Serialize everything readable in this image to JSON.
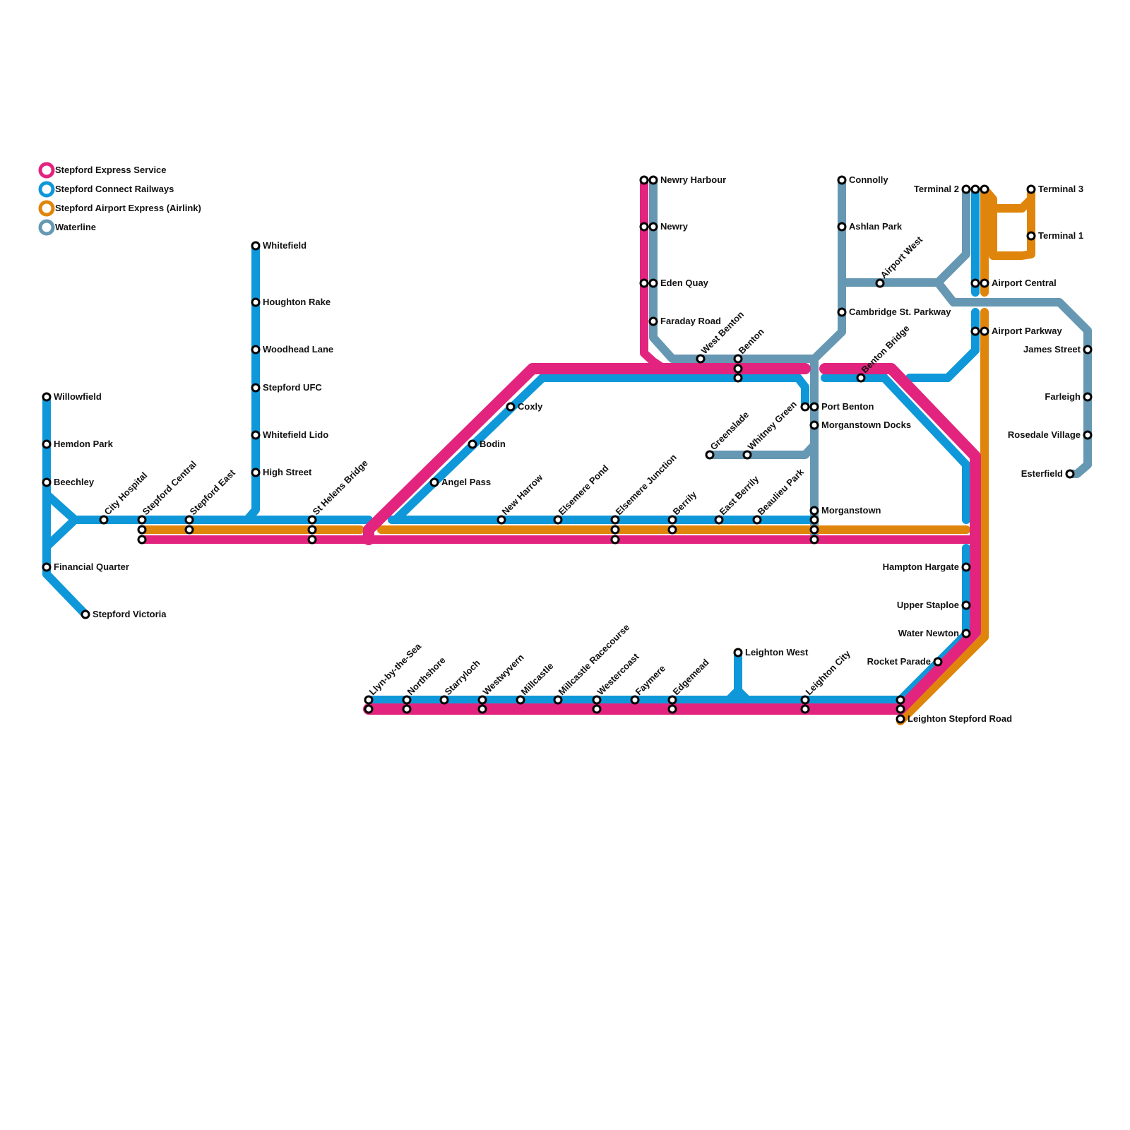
{
  "legend": [
    {
      "id": "express",
      "label": "Stepford Express Service",
      "color": "#e2247f"
    },
    {
      "id": "connect",
      "label": "Stepford Connect Railways",
      "color": "#0f98d9"
    },
    {
      "id": "airlink",
      "label": "Stepford Airport Express (Airlink)",
      "color": "#e0850b"
    },
    {
      "id": "waterline",
      "label": "Waterline",
      "color": "#6698b3"
    }
  ],
  "stations": [
    {
      "key": "whitefield",
      "name": "Whitefield"
    },
    {
      "key": "houghton-rake",
      "name": "Houghton Rake"
    },
    {
      "key": "woodhead-lane",
      "name": "Woodhead Lane"
    },
    {
      "key": "stepford-ufc",
      "name": "Stepford UFC"
    },
    {
      "key": "whitefield-lido",
      "name": "Whitefield Lido"
    },
    {
      "key": "high-street",
      "name": "High Street"
    },
    {
      "key": "willowfield",
      "name": "Willowfield"
    },
    {
      "key": "hemdon-park",
      "name": "Hemdon Park"
    },
    {
      "key": "beechley",
      "name": "Beechley"
    },
    {
      "key": "financial-quarter",
      "name": "Financial Quarter"
    },
    {
      "key": "stepford-victoria",
      "name": "Stepford Victoria"
    },
    {
      "key": "city-hospital",
      "name": "City Hospital"
    },
    {
      "key": "stepford-central",
      "name": "Stepford Central"
    },
    {
      "key": "stepford-east",
      "name": "Stepford East"
    },
    {
      "key": "st-helens-bridge",
      "name": "St Helens Bridge"
    },
    {
      "key": "angel-pass",
      "name": "Angel Pass"
    },
    {
      "key": "bodin",
      "name": "Bodin"
    },
    {
      "key": "coxly",
      "name": "Coxly"
    },
    {
      "key": "new-harrow",
      "name": "New Harrow"
    },
    {
      "key": "elsemere-pond",
      "name": "Elsemere Pond"
    },
    {
      "key": "elsemere-junction",
      "name": "Elsemere Junction"
    },
    {
      "key": "berrily",
      "name": "Berrily"
    },
    {
      "key": "east-berrily",
      "name": "East Berrily"
    },
    {
      "key": "beaulieu-park",
      "name": "Beaulieu Park"
    },
    {
      "key": "morganstown",
      "name": "Morganstown"
    },
    {
      "key": "newry-harbour",
      "name": "Newry Harbour"
    },
    {
      "key": "newry",
      "name": "Newry"
    },
    {
      "key": "eden-quay",
      "name": "Eden Quay"
    },
    {
      "key": "faraday-road",
      "name": "Faraday Road"
    },
    {
      "key": "west-benton",
      "name": "West Benton"
    },
    {
      "key": "benton",
      "name": "Benton"
    },
    {
      "key": "greenslade",
      "name": "Greenslade"
    },
    {
      "key": "whitney-green",
      "name": "Whitney Green"
    },
    {
      "key": "port-benton",
      "name": "Port Benton"
    },
    {
      "key": "morganstown-docks",
      "name": "Morganstown Docks"
    },
    {
      "key": "connolly",
      "name": "Connolly"
    },
    {
      "key": "ashlan-park",
      "name": "Ashlan Park"
    },
    {
      "key": "airport-west",
      "name": "Airport West"
    },
    {
      "key": "cambridge-st-parkway",
      "name": "Cambridge St. Parkway"
    },
    {
      "key": "benton-bridge",
      "name": "Benton Bridge"
    },
    {
      "key": "terminal-2",
      "name": "Terminal 2"
    },
    {
      "key": "terminal-3",
      "name": "Terminal 3"
    },
    {
      "key": "terminal-1",
      "name": "Terminal 1"
    },
    {
      "key": "airport-central",
      "name": "Airport Central"
    },
    {
      "key": "airport-parkway",
      "name": "Airport Parkway"
    },
    {
      "key": "james-street",
      "name": "James Street"
    },
    {
      "key": "farleigh",
      "name": "Farleigh"
    },
    {
      "key": "rosedale-village",
      "name": "Rosedale Village"
    },
    {
      "key": "esterfield",
      "name": "Esterfield"
    },
    {
      "key": "hampton-hargate",
      "name": "Hampton Hargate"
    },
    {
      "key": "upper-staploe",
      "name": "Upper Staploe"
    },
    {
      "key": "water-newton",
      "name": "Water Newton"
    },
    {
      "key": "rocket-parade",
      "name": "Rocket Parade"
    },
    {
      "key": "leighton-stepford-road",
      "name": "Leighton Stepford Road"
    },
    {
      "key": "leighton-west",
      "name": "Leighton West"
    },
    {
      "key": "leighton-city",
      "name": "Leighton City"
    },
    {
      "key": "edgemead",
      "name": "Edgemead"
    },
    {
      "key": "faymere",
      "name": "Faymere"
    },
    {
      "key": "westercoast",
      "name": "Westercoast"
    },
    {
      "key": "millcastle-racecourse",
      "name": "Millcastle Racecourse"
    },
    {
      "key": "millcastle",
      "name": "Millcastle"
    },
    {
      "key": "westwyvern",
      "name": "Westwyvern"
    },
    {
      "key": "starryloch",
      "name": "Starryloch"
    },
    {
      "key": "northshore",
      "name": "Northshore"
    },
    {
      "key": "llyn-by-the-sea",
      "name": "Llyn-by-the-Sea"
    }
  ]
}
